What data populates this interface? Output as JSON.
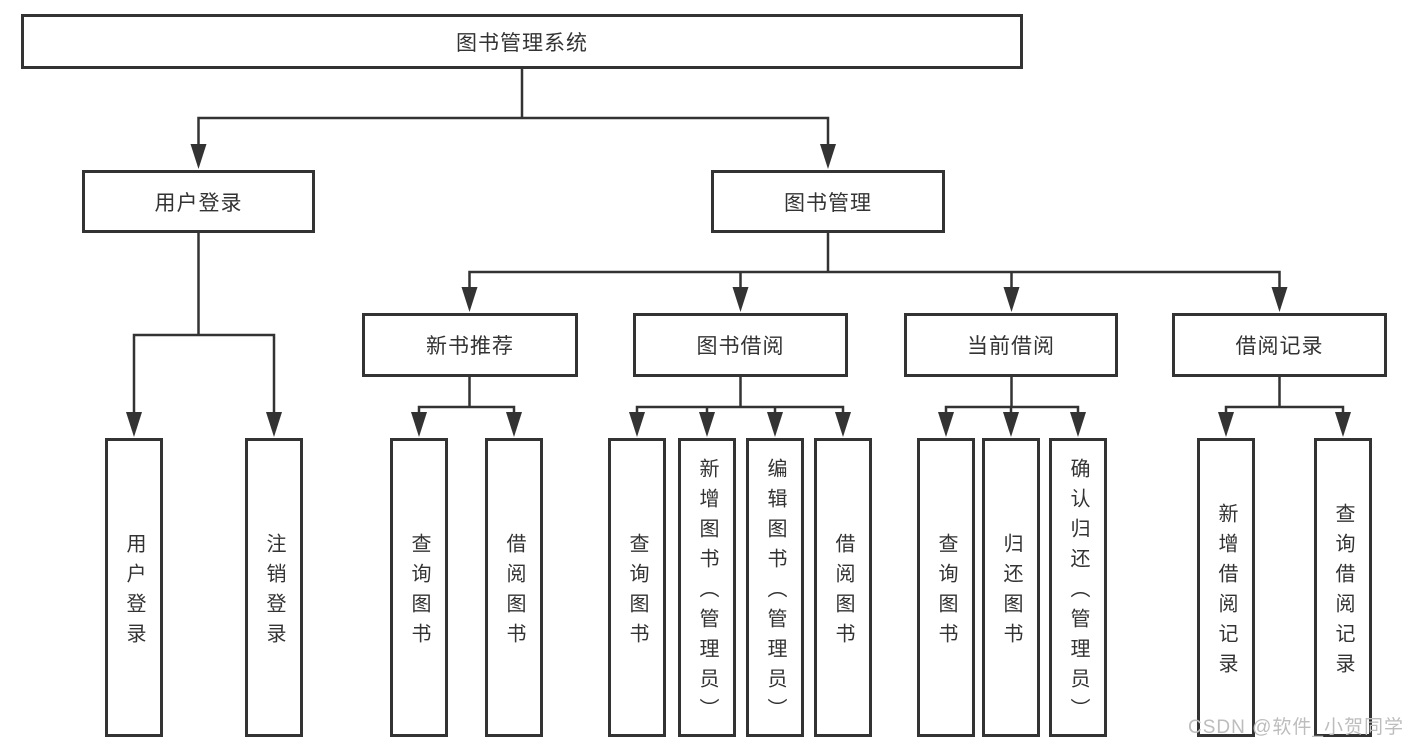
{
  "colors": {
    "line": "#333333",
    "text": "#333333",
    "background": "#ffffff",
    "watermark_text": "#bdbdbd"
  },
  "nodes": {
    "root": "图书管理系统",
    "branches": [
      {
        "label": "用户登录",
        "leaves": [
          "用户登录",
          "注销登录"
        ]
      },
      {
        "label": "图书管理",
        "sections": [
          {
            "label": "新书推荐",
            "leaves": [
              "查询图书",
              "借阅图书"
            ]
          },
          {
            "label": "图书借阅",
            "leaves": [
              "查询图书",
              "新增图书（管理员）",
              "编辑图书（管理员）",
              "借阅图书"
            ]
          },
          {
            "label": "当前借阅",
            "leaves": [
              "查询图书",
              "归还图书",
              "确认归还（管理员）"
            ]
          },
          {
            "label": "借阅记录",
            "leaves": [
              "新增借阅记录",
              "查询借阅记录"
            ]
          }
        ]
      }
    ]
  },
  "watermark": "CSDN @软件_小贺同学"
}
